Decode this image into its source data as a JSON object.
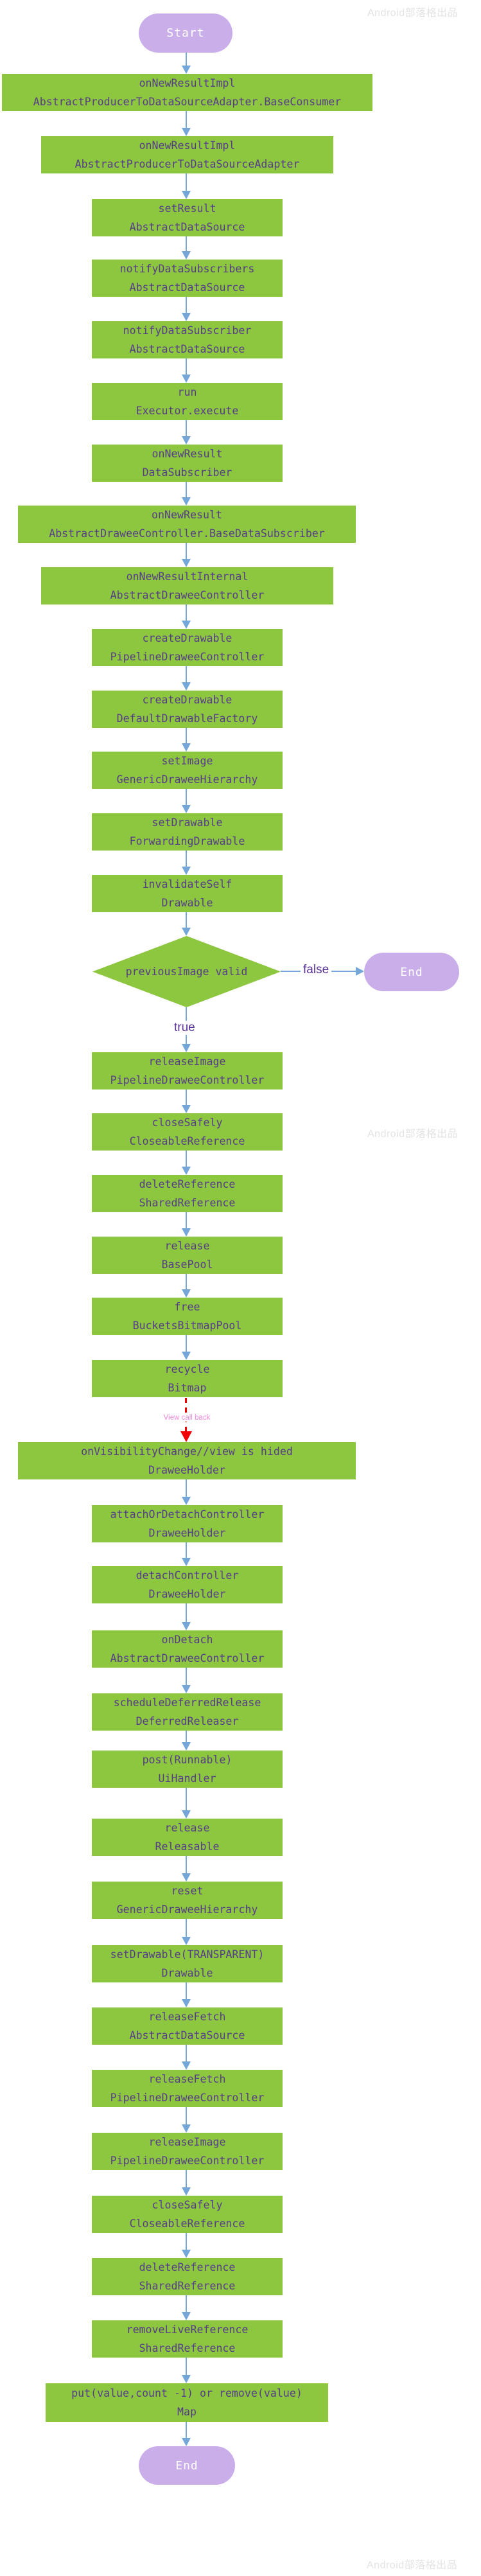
{
  "watermark": {
    "text": "Android部落格出品"
  },
  "flow": {
    "start": {
      "label": "Start"
    },
    "end_false": {
      "label": "End"
    },
    "end_bottom": {
      "label": "End"
    },
    "decision": {
      "label": "previousImage valid",
      "true_label": "true",
      "false_label": "false"
    },
    "red_edge_label": "View call back",
    "nodes": [
      {
        "id": "n1",
        "method": "onNewResultImpl",
        "cls": "AbstractProducerToDataSourceAdapter.BaseConsumer"
      },
      {
        "id": "n2",
        "method": "onNewResultImpl",
        "cls": "AbstractProducerToDataSourceAdapter"
      },
      {
        "id": "n3",
        "method": "setResult",
        "cls": "AbstractDataSource"
      },
      {
        "id": "n4",
        "method": "notifyDataSubscribers",
        "cls": "AbstractDataSource"
      },
      {
        "id": "n5",
        "method": "notifyDataSubscriber",
        "cls": "AbstractDataSource"
      },
      {
        "id": "n6",
        "method": "run",
        "cls": "Executor.execute"
      },
      {
        "id": "n7",
        "method": "onNewResult",
        "cls": "DataSubscriber"
      },
      {
        "id": "n8",
        "method": "onNewResult",
        "cls": "AbstractDraweeController.BaseDataSubscriber"
      },
      {
        "id": "n9",
        "method": "onNewResultInternal",
        "cls": "AbstractDraweeController"
      },
      {
        "id": "n10",
        "method": "createDrawable",
        "cls": "PipelineDraweeController"
      },
      {
        "id": "n11",
        "method": "createDrawable",
        "cls": "DefaultDrawableFactory"
      },
      {
        "id": "n12",
        "method": "setImage",
        "cls": "GenericDraweeHierarchy"
      },
      {
        "id": "n13",
        "method": "setDrawable",
        "cls": "ForwardingDrawable"
      },
      {
        "id": "n14",
        "method": "invalidateSelf",
        "cls": "Drawable"
      },
      {
        "id": "n15",
        "method": "releaseImage",
        "cls": "PipelineDraweeController"
      },
      {
        "id": "n16",
        "method": "closeSafely",
        "cls": "CloseableReference"
      },
      {
        "id": "n17",
        "method": "deleteReference",
        "cls": "SharedReference"
      },
      {
        "id": "n18",
        "method": "release",
        "cls": "BasePool"
      },
      {
        "id": "n19",
        "method": "free",
        "cls": "BucketsBitmapPool"
      },
      {
        "id": "n20",
        "method": "recycle",
        "cls": "Bitmap"
      },
      {
        "id": "n21",
        "method": "onVisibilityChange//view is hided",
        "cls": "DraweeHolder"
      },
      {
        "id": "n22",
        "method": "attachOrDetachController",
        "cls": "DraweeHolder"
      },
      {
        "id": "n23",
        "method": "detachController",
        "cls": "DraweeHolder"
      },
      {
        "id": "n24",
        "method": "onDetach",
        "cls": "AbstractDraweeController"
      },
      {
        "id": "n25",
        "method": "scheduleDeferredRelease",
        "cls": "DeferredReleaser"
      },
      {
        "id": "n26",
        "method": "post(Runnable)",
        "cls": "UiHandler"
      },
      {
        "id": "n27",
        "method": "release",
        "cls": "Releasable"
      },
      {
        "id": "n28",
        "method": "reset",
        "cls": "GenericDraweeHierarchy"
      },
      {
        "id": "n29",
        "method": "setDrawable(TRANSPARENT)",
        "cls": "Drawable"
      },
      {
        "id": "n30",
        "method": "releaseFetch",
        "cls": "AbstractDataSource"
      },
      {
        "id": "n31",
        "method": "releaseFetch",
        "cls": "PipelineDraweeController"
      },
      {
        "id": "n32",
        "method": "releaseImage",
        "cls": "PipelineDraweeController"
      },
      {
        "id": "n33",
        "method": "closeSafely",
        "cls": "CloseableReference"
      },
      {
        "id": "n34",
        "method": "deleteReference",
        "cls": "SharedReference"
      },
      {
        "id": "n35",
        "method": "removeLiveReference",
        "cls": "SharedReference"
      },
      {
        "id": "n36",
        "method": "put(value,count -1) or remove(value)",
        "cls": "Map"
      }
    ]
  },
  "colors": {
    "node_green": "#8dc63f",
    "pill_purple": "#c9aeea",
    "text_purple": "#563d8a",
    "arrow_blue": "#74a7d8",
    "label_purple": "#5b3597",
    "red": "#f40000",
    "pink": "#ee8ae0",
    "watermark_gray": "#e3e3e3"
  }
}
